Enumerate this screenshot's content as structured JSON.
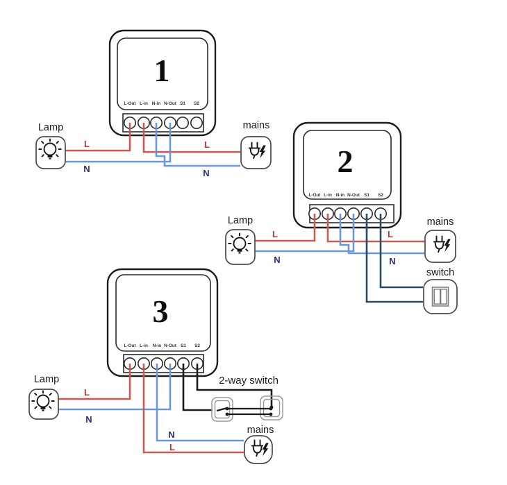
{
  "colors": {
    "wire_live": "#c75b54",
    "wire_neutral": "#6b97d4",
    "wire_switch_navy": "#2a4a68",
    "wire_switch_black": "#1b1b1b",
    "label_live": "#b03a32",
    "label_neutral": "#2d2e83",
    "outline": "#1c1c1c"
  },
  "labels": {
    "lamp": "Lamp",
    "mains": "mains",
    "switch": "switch",
    "two_way_switch": "2-way switch",
    "live": "L",
    "neutral": "N"
  },
  "devices": [
    {
      "number": "1",
      "terminals": [
        "L-Out",
        "L-in",
        "N-in",
        "N-Out",
        "S1",
        "S2"
      ]
    },
    {
      "number": "2",
      "terminals": [
        "L-Out",
        "L-in",
        "N-in",
        "N-Out",
        "S1",
        "S2"
      ]
    },
    {
      "number": "3",
      "terminals": [
        "L-Out",
        "L-in",
        "N-in",
        "N-Out",
        "S1",
        "S2"
      ]
    }
  ]
}
